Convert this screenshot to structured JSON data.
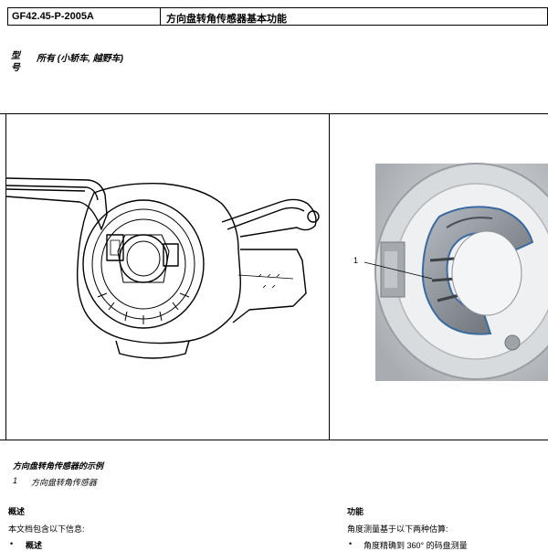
{
  "header": {
    "code": "GF42.45-P-2005A",
    "title": "方向盘转角传感器基本功能"
  },
  "model": {
    "label": "型号",
    "value": "所有 (小轿车, 越野车)"
  },
  "figure": {
    "callout": "1",
    "caption": "方向盘转角传感器的示例",
    "legend": [
      {
        "num": "1",
        "text": "方向盘转角传感器"
      }
    ]
  },
  "left_column": {
    "heading": "概述",
    "intro": "本文档包含以下信息:",
    "bullet_marker": "•",
    "bullet": "概述"
  },
  "right_column": {
    "heading": "功能",
    "intro": "角度测量基于以下两种估算:",
    "bullet_marker": "•",
    "bullet": "角度精确到 360° 的码盘测量"
  }
}
